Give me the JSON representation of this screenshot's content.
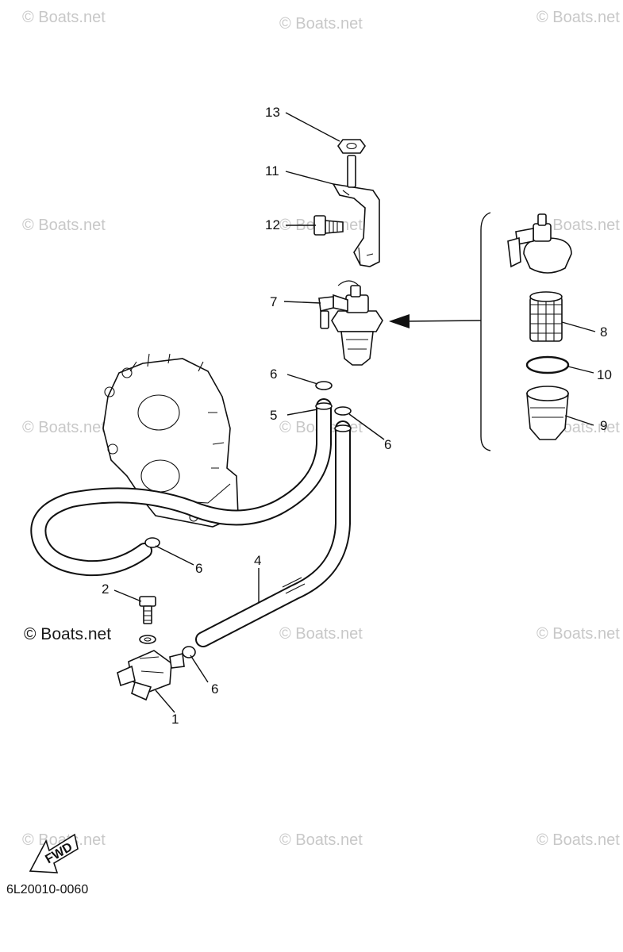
{
  "watermark": "© Boats.net",
  "watermark_strong": "© Boats.net",
  "diagram_code": "6L20010-0060",
  "fwd_label": "FWD",
  "callouts": {
    "c13": "13",
    "c11": "11",
    "c12": "12",
    "c7": "7",
    "c6a": "6",
    "c5": "5",
    "c6b": "6",
    "c6c": "6",
    "c4": "4",
    "c2": "2",
    "c6d": "6",
    "c1": "1",
    "c8": "8",
    "c10": "10",
    "c9": "9"
  }
}
